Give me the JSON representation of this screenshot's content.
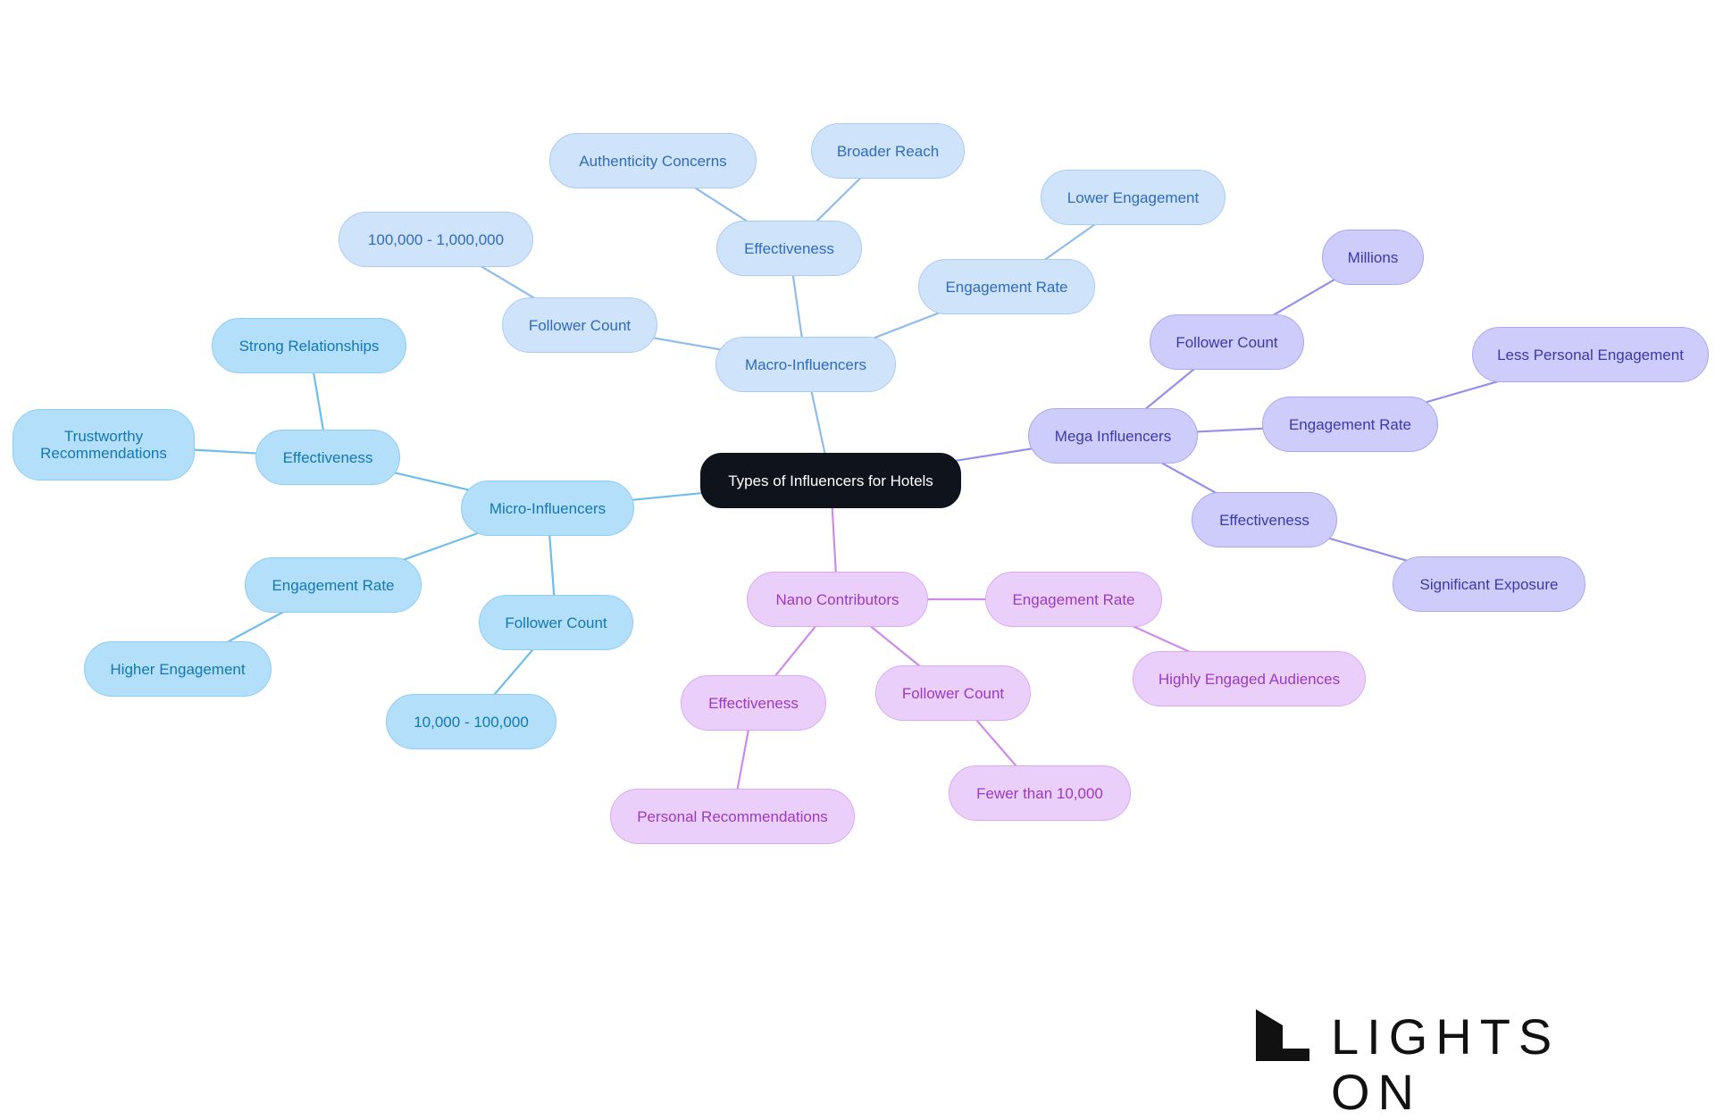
{
  "diagram": {
    "nodes": [
      {
        "id": "root",
        "label": "Types of Influencers for Hotels",
        "group": "root"
      },
      {
        "id": "micro",
        "label": "Micro-Influencers",
        "group": "micro"
      },
      {
        "id": "micro-eff",
        "label": "Effectiveness",
        "group": "micro"
      },
      {
        "id": "micro-eff-strong",
        "label": "Strong Relationships",
        "group": "micro"
      },
      {
        "id": "micro-eff-trust",
        "label": "Trustworthy\nRecommendations",
        "group": "micro"
      },
      {
        "id": "micro-eng",
        "label": "Engagement Rate",
        "group": "micro"
      },
      {
        "id": "micro-eng-higher",
        "label": "Higher Engagement",
        "group": "micro"
      },
      {
        "id": "micro-fc",
        "label": "Follower Count",
        "group": "micro"
      },
      {
        "id": "micro-fc-range",
        "label": "10,000 - 100,000",
        "group": "micro"
      },
      {
        "id": "macro",
        "label": "Macro-Influencers",
        "group": "macro"
      },
      {
        "id": "macro-fc",
        "label": "Follower Count",
        "group": "macro"
      },
      {
        "id": "macro-fc-range",
        "label": "100,000 - 1,000,000",
        "group": "macro"
      },
      {
        "id": "macro-eff",
        "label": "Effectiveness",
        "group": "macro"
      },
      {
        "id": "macro-eff-auth",
        "label": "Authenticity Concerns",
        "group": "macro"
      },
      {
        "id": "macro-eff-reach",
        "label": "Broader Reach",
        "group": "macro"
      },
      {
        "id": "macro-eng",
        "label": "Engagement Rate",
        "group": "macro"
      },
      {
        "id": "macro-eng-lower",
        "label": "Lower Engagement",
        "group": "macro"
      },
      {
        "id": "mega",
        "label": "Mega Influencers",
        "group": "mega"
      },
      {
        "id": "mega-fc",
        "label": "Follower Count",
        "group": "mega"
      },
      {
        "id": "mega-fc-millions",
        "label": "Millions",
        "group": "mega"
      },
      {
        "id": "mega-eng",
        "label": "Engagement Rate",
        "group": "mega"
      },
      {
        "id": "mega-eng-less",
        "label": "Less Personal Engagement",
        "group": "mega"
      },
      {
        "id": "mega-eff",
        "label": "Effectiveness",
        "group": "mega"
      },
      {
        "id": "mega-eff-exp",
        "label": "Significant Exposure",
        "group": "mega"
      },
      {
        "id": "nano",
        "label": "Nano Contributors",
        "group": "nano"
      },
      {
        "id": "nano-eng",
        "label": "Engagement Rate",
        "group": "nano"
      },
      {
        "id": "nano-eng-aud",
        "label": "Highly Engaged Audiences",
        "group": "nano"
      },
      {
        "id": "nano-fc",
        "label": "Follower Count",
        "group": "nano"
      },
      {
        "id": "nano-fc-range",
        "label": "Fewer than 10,000",
        "group": "nano"
      },
      {
        "id": "nano-eff",
        "label": "Effectiveness",
        "group": "nano"
      },
      {
        "id": "nano-eff-personal",
        "label": "Personal Recommendations",
        "group": "nano"
      }
    ],
    "edges": [
      [
        "root",
        "micro"
      ],
      [
        "micro",
        "micro-eff"
      ],
      [
        "micro-eff",
        "micro-eff-strong"
      ],
      [
        "micro-eff",
        "micro-eff-trust"
      ],
      [
        "micro",
        "micro-eng"
      ],
      [
        "micro-eng",
        "micro-eng-higher"
      ],
      [
        "micro",
        "micro-fc"
      ],
      [
        "micro-fc",
        "micro-fc-range"
      ],
      [
        "root",
        "macro"
      ],
      [
        "macro",
        "macro-fc"
      ],
      [
        "macro-fc",
        "macro-fc-range"
      ],
      [
        "macro",
        "macro-eff"
      ],
      [
        "macro-eff",
        "macro-eff-auth"
      ],
      [
        "macro-eff",
        "macro-eff-reach"
      ],
      [
        "macro",
        "macro-eng"
      ],
      [
        "macro-eng",
        "macro-eng-lower"
      ],
      [
        "root",
        "mega"
      ],
      [
        "mega",
        "mega-fc"
      ],
      [
        "mega-fc",
        "mega-fc-millions"
      ],
      [
        "mega",
        "mega-eng"
      ],
      [
        "mega-eng",
        "mega-eng-less"
      ],
      [
        "mega",
        "mega-eff"
      ],
      [
        "mega-eff",
        "mega-eff-exp"
      ],
      [
        "root",
        "nano"
      ],
      [
        "nano",
        "nano-eng"
      ],
      [
        "nano-eng",
        "nano-eng-aud"
      ],
      [
        "nano",
        "nano-fc"
      ],
      [
        "nano-fc",
        "nano-fc-range"
      ],
      [
        "nano",
        "nano-eff"
      ],
      [
        "nano-eff",
        "nano-eff-personal"
      ]
    ],
    "colors": {
      "root": {
        "fill": "#0e131c",
        "stroke": "#0e131c",
        "text": "#ffffff",
        "edge": "#0e131c"
      },
      "micro": {
        "fill": "#b3dffb",
        "stroke": "#8ecdf3",
        "text": "#1378b0",
        "edge": "#6fbde9"
      },
      "macro": {
        "fill": "#cfe3fb",
        "stroke": "#a9ccf3",
        "text": "#2f6cba",
        "edge": "#8fbceb"
      },
      "mega": {
        "fill": "#cdccfb",
        "stroke": "#a8a7f0",
        "text": "#3b3aa8",
        "edge": "#9290ea"
      },
      "nano": {
        "fill": "#ebcffb",
        "stroke": "#d9aaf3",
        "text": "#9a3ac0",
        "edge": "#cc8bed"
      }
    }
  },
  "logo": {
    "text": "LIGHTS ON",
    "icon": "lights-on-logo-mark-icon"
  }
}
